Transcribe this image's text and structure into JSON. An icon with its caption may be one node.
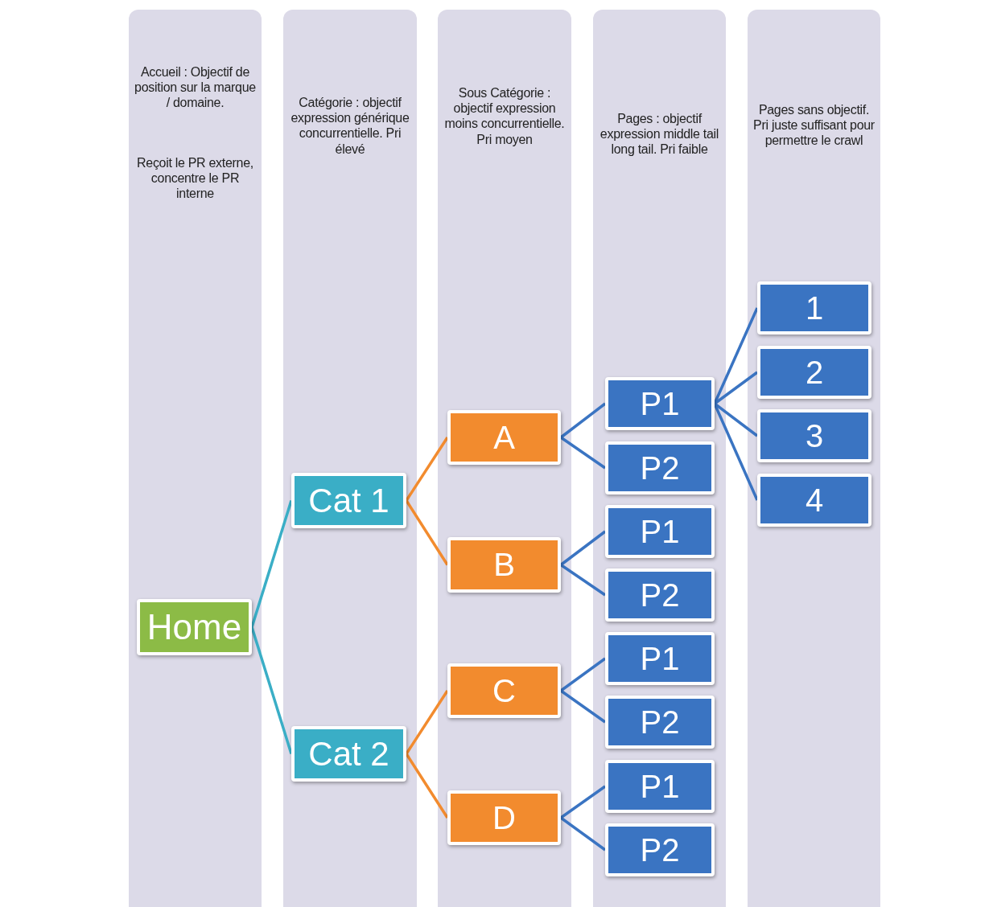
{
  "diagram": {
    "nodes": [
      {
        "text": [
          "Accueil : Objectif de position sur la marque / domaine.",
          "Reçoit le PR externe, concentre le PR interne"
        ]
      },
      {
        "text": [
          "Catégorie : objectif expression générique concurrentielle. Pri élevé"
        ]
      },
      {
        "text": [
          "Sous Catégorie : objectif expression moins concurrentielle. Pri moyen"
        ]
      },
      {
        "text": [
          "Pages : objectif expression middle tail long tail. Pri faible"
        ]
      },
      {
        "text": [
          "Pages sans objectif. Pri juste suffisant pour permettre le crawl"
        ]
      },
      {
        "text": [
          "Home"
        ],
        "in": 0
      },
      {
        "text": [
          "Cat 1"
        ],
        "in": 1
      },
      {
        "text": [
          "Cat 2"
        ],
        "in": 1
      },
      {
        "text": [
          "A"
        ],
        "in": 2
      },
      {
        "text": [
          "B"
        ],
        "in": 2
      },
      {
        "text": [
          "C"
        ],
        "in": 2
      },
      {
        "text": [
          "D"
        ],
        "in": 2
      },
      {
        "text": [
          "P1"
        ],
        "in": 3
      },
      {
        "text": [
          "P2"
        ],
        "in": 3
      },
      {
        "text": [
          "P1"
        ],
        "in": 3
      },
      {
        "text": [
          "P2"
        ],
        "in": 3
      },
      {
        "text": [
          "P1"
        ],
        "in": 3
      },
      {
        "text": [
          "P2"
        ],
        "in": 3
      },
      {
        "text": [
          "P1"
        ],
        "in": 3
      },
      {
        "text": [
          "P2"
        ],
        "in": 3
      },
      {
        "text": [
          "1"
        ],
        "in": 4
      },
      {
        "text": [
          "2"
        ],
        "in": 4
      },
      {
        "text": [
          "3"
        ],
        "in": 4
      },
      {
        "text": [
          "4"
        ],
        "in": 4
      }
    ],
    "edges": [
      {
        "from": 5,
        "to": 6,
        "arrow": "none",
        "color": "#3aaec6"
      },
      {
        "from": 5,
        "to": 7,
        "arrow": "none",
        "color": "#3aaec6"
      },
      {
        "from": 6,
        "to": 8,
        "arrow": "none",
        "color": "#f28b2e"
      },
      {
        "from": 6,
        "to": 9,
        "arrow": "none",
        "color": "#f28b2e"
      },
      {
        "from": 7,
        "to": 10,
        "arrow": "none",
        "color": "#f28b2e"
      },
      {
        "from": 7,
        "to": 11,
        "arrow": "none",
        "color": "#f28b2e"
      },
      {
        "from": 8,
        "to": 12,
        "arrow": "none"
      },
      {
        "from": 8,
        "to": 13,
        "arrow": "none"
      },
      {
        "from": 9,
        "to": 14,
        "arrow": "none"
      },
      {
        "from": 9,
        "to": 15,
        "arrow": "none"
      },
      {
        "from": 10,
        "to": 16,
        "arrow": "none"
      },
      {
        "from": 10,
        "to": 17,
        "arrow": "none"
      },
      {
        "from": 11,
        "to": 18,
        "arrow": "none"
      },
      {
        "from": 11,
        "to": 19,
        "arrow": "none"
      },
      {
        "from": 12,
        "to": 20,
        "arrow": "none"
      },
      {
        "from": 12,
        "to": 21,
        "arrow": "none"
      },
      {
        "from": 12,
        "to": 22,
        "arrow": "none"
      },
      {
        "from": 12,
        "to": 23,
        "arrow": "none"
      }
    ]
  }
}
